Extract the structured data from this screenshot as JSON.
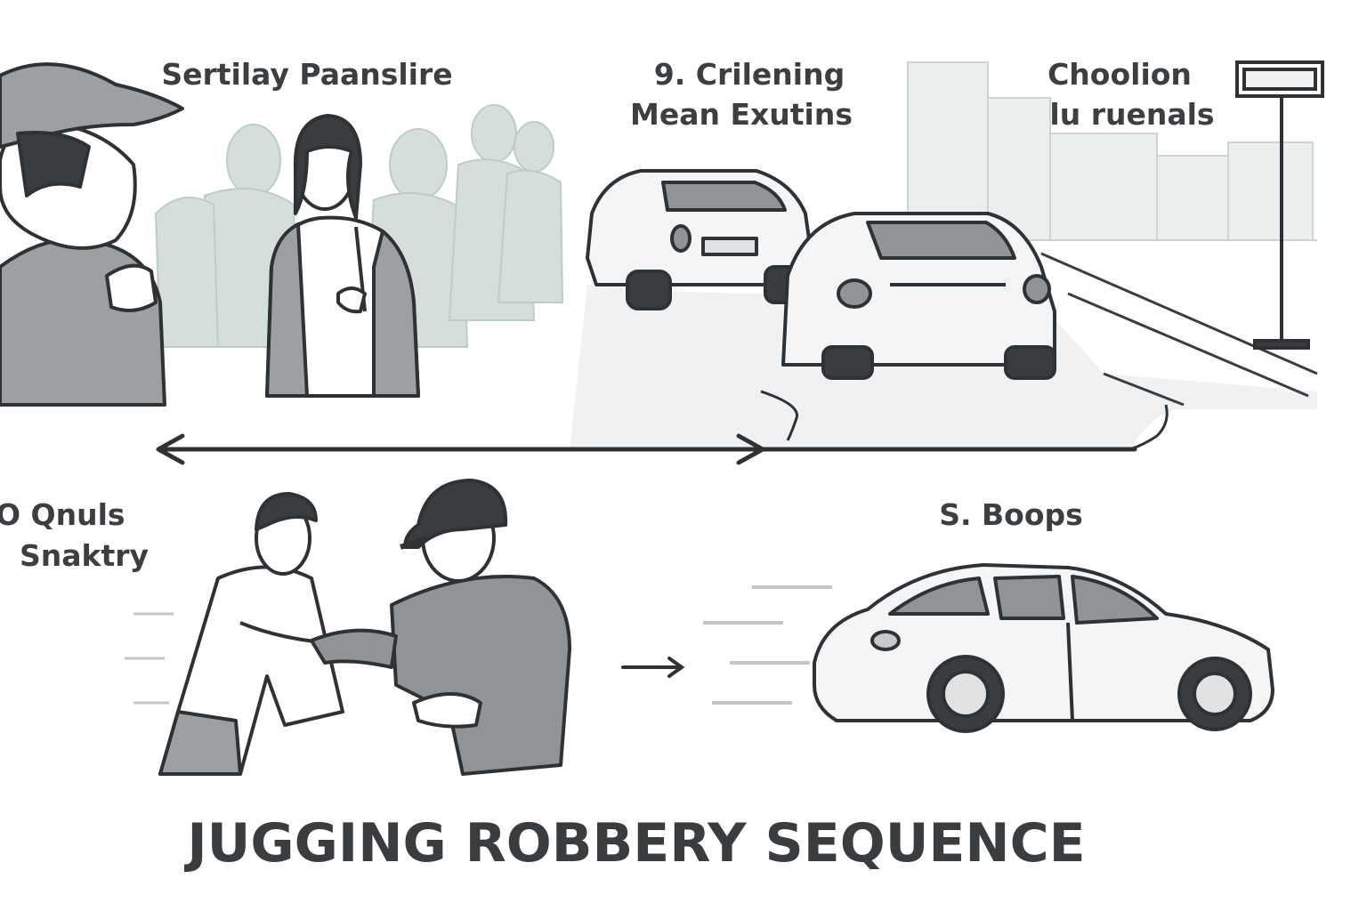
{
  "labels": {
    "top_left": "Sertilay Paanslire",
    "top_mid_1": "9. Crilening",
    "top_mid_2": "Mean Exutins",
    "top_right_1": "Choolion",
    "top_right_2": "lu ruenals",
    "bottom_left_1": "O Qnuls",
    "bottom_left_2": "Snaktry",
    "bottom_right": "S. Boops"
  },
  "title": "JUGGING ROBBERY SEQUENCE",
  "colors": {
    "ink": "#3a3d40",
    "figure_fill": "#8e9497",
    "ghost_fill": "#c6d4d0",
    "car_fill": "#f4f5f6",
    "background": "#ffffff"
  }
}
